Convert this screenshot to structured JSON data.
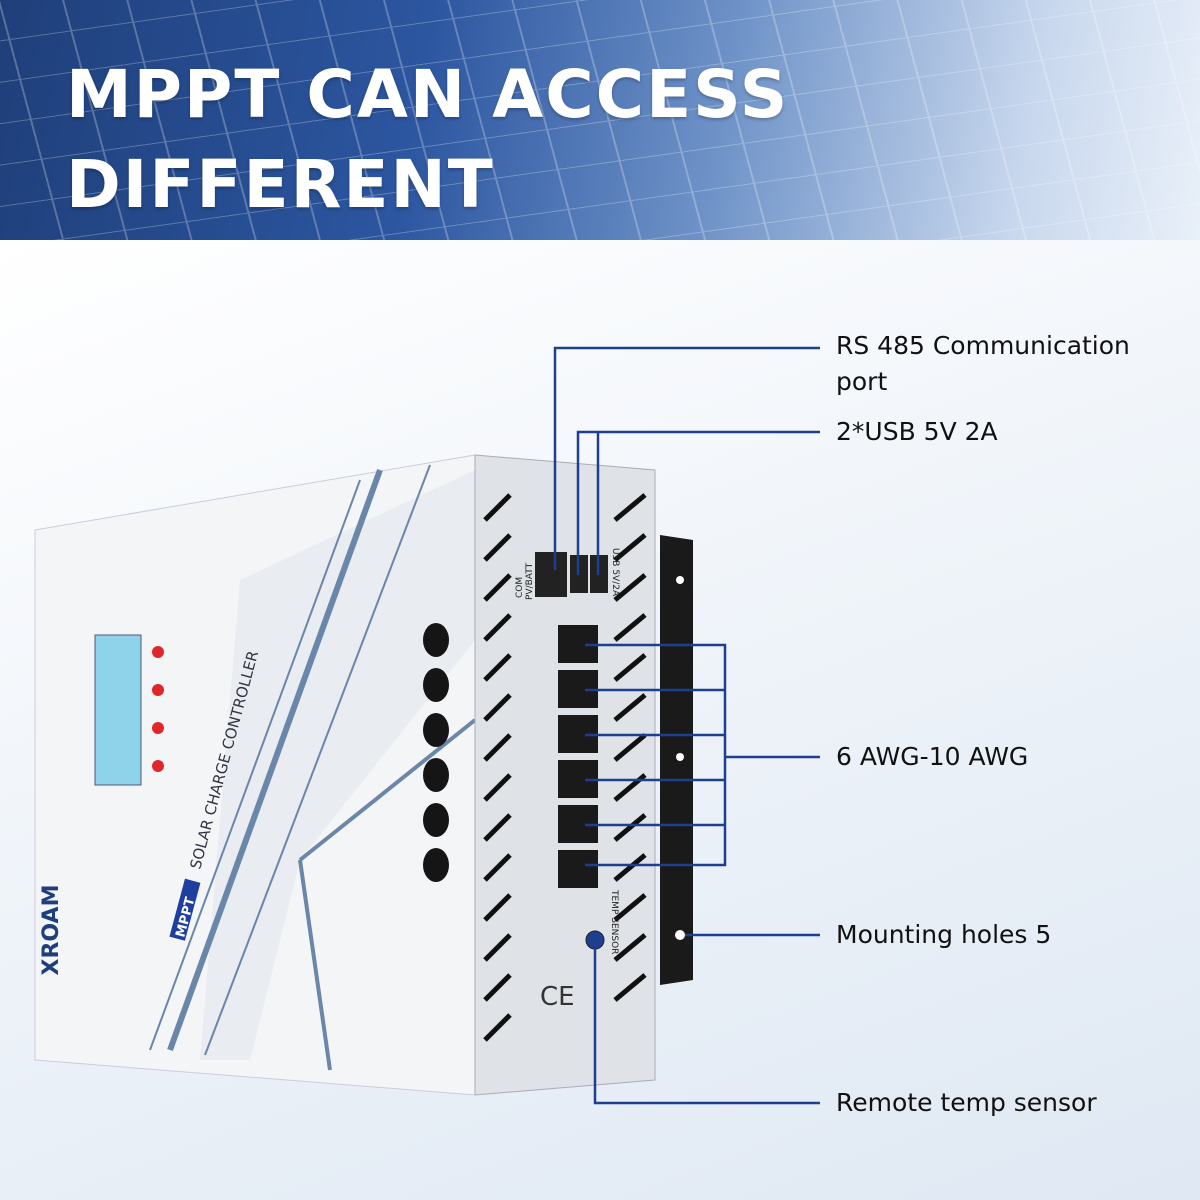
{
  "header": {
    "title_line1": "MPPT CAN ACCESS DIFFERENT",
    "title_line2": "CURRENT & VOLTAGE"
  },
  "device": {
    "brand": "XROAM",
    "product_badge": "MPPT",
    "product_name": "SOLAR CHARGE CONTROLLER",
    "port_label_com": "COM",
    "port_label_pvbatt": "PV/BATT",
    "port_label_usb": "USB 5V/2A",
    "temp_sensor_label": "TEMP SENSOR",
    "ce_mark": "CE"
  },
  "callouts": {
    "rs485": "RS 485 Communication",
    "rs485_line2": "port",
    "usb": "2*USB  5V  2A",
    "awg": "6 AWG-10 AWG",
    "mounting": "Mounting holes 5",
    "temp": "Remote temp sensor"
  },
  "colors": {
    "banner": "#2c56a0",
    "callout_line": "#1e3f8f",
    "button": "#e0262b",
    "lcd": "#8fd3ea"
  }
}
